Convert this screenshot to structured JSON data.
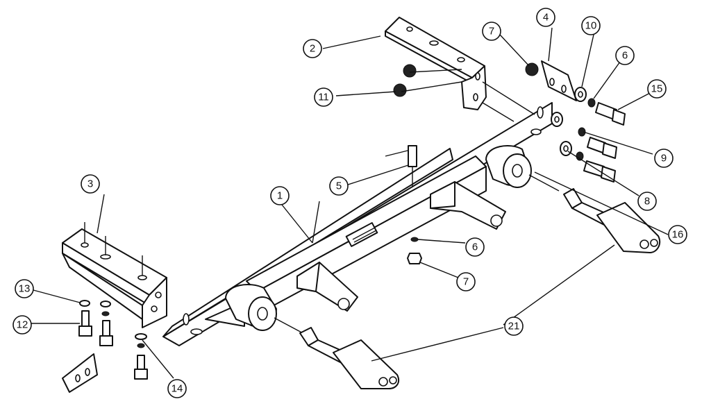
{
  "callouts": [
    {
      "id": "c1",
      "label": "1"
    },
    {
      "id": "c2",
      "label": "2"
    },
    {
      "id": "c3",
      "label": "3"
    },
    {
      "id": "c4",
      "label": "4"
    },
    {
      "id": "c5",
      "label": "5"
    },
    {
      "id": "c6a",
      "label": "6"
    },
    {
      "id": "c6b",
      "label": "6"
    },
    {
      "id": "c7a",
      "label": "7"
    },
    {
      "id": "c7b",
      "label": "7"
    },
    {
      "id": "c8",
      "label": "8"
    },
    {
      "id": "c9",
      "label": "9"
    },
    {
      "id": "c10",
      "label": "10"
    },
    {
      "id": "c11",
      "label": "11"
    },
    {
      "id": "c12",
      "label": "12"
    },
    {
      "id": "c13",
      "label": "13"
    },
    {
      "id": "c14",
      "label": "14"
    },
    {
      "id": "c15",
      "label": "15"
    },
    {
      "id": "c16",
      "label": "16"
    },
    {
      "id": "c21",
      "label": "21"
    }
  ]
}
